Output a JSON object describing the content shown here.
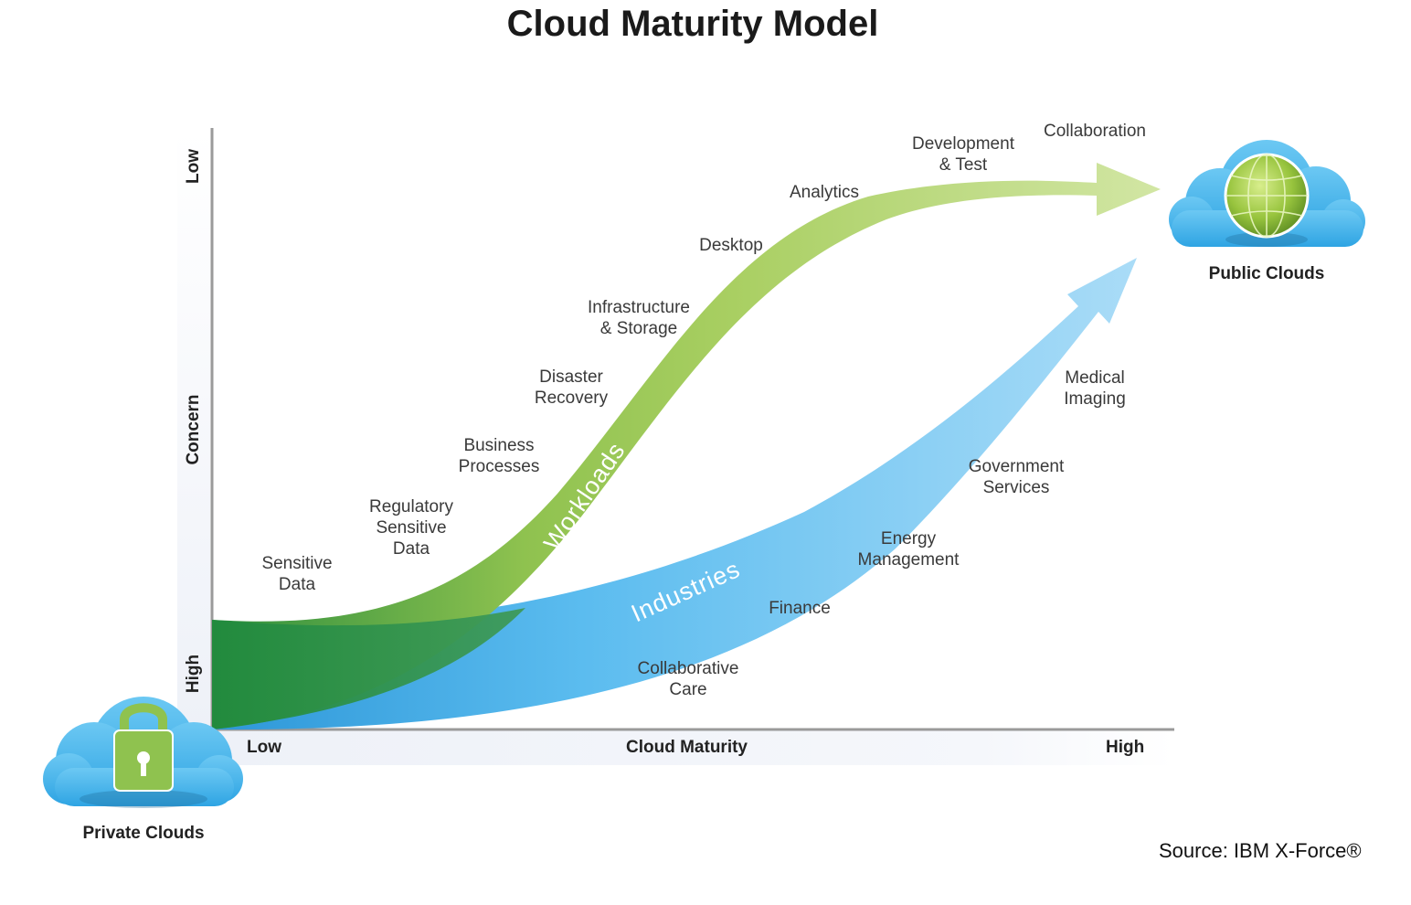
{
  "title": "Cloud Maturity Model",
  "y_axis": {
    "low": "Low",
    "mid": "Concern",
    "high": "High"
  },
  "x_axis": {
    "low": "Low",
    "mid": "Cloud Maturity",
    "high": "High"
  },
  "arrows": {
    "workloads": {
      "label": "Workloads",
      "color_start": "#2e8f3e",
      "color_end": "#cfe3a0"
    },
    "industries": {
      "label": "Industries",
      "color_start": "#35a7e6",
      "color_end": "#a9dcf7"
    }
  },
  "workload_labels": [
    "Sensitive\nData",
    "Regulatory\nSensitive\nData",
    "Business\nProcesses",
    "Disaster\nRecovery",
    "Infrastructure\n& Storage",
    "Desktop",
    "Analytics",
    "Development\n& Test",
    "Collaboration"
  ],
  "industry_labels": [
    "Collaborative\nCare",
    "Finance",
    "Energy\nManagement",
    "Government\nServices",
    "Medical\nImaging"
  ],
  "private_cloud": {
    "label": "Private Clouds",
    "icon": "padlock-icon"
  },
  "public_cloud": {
    "label": "Public Clouds",
    "icon": "globe-icon"
  },
  "source": "Source: IBM X-Force®"
}
